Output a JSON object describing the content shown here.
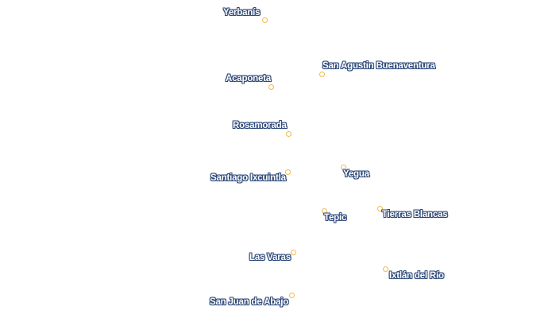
{
  "map": {
    "marker_color": "#f2b84b",
    "label_text_color": "#ffffff",
    "label_halo_color": "#2f4a7a",
    "places": [
      {
        "id": "yerbanis",
        "name": "Yerbanís"
      },
      {
        "id": "san-agustin-buenaventura",
        "name": "San Agustin Buenaventura"
      },
      {
        "id": "acaponeta",
        "name": "Acaponeta"
      },
      {
        "id": "rosamorada",
        "name": "Rosamorada"
      },
      {
        "id": "santiago-ixcuintla",
        "name": "Santiago Ixcuintla"
      },
      {
        "id": "yegua",
        "name": "Yegua"
      },
      {
        "id": "tepic",
        "name": "Tepic"
      },
      {
        "id": "tierras-blancas",
        "name": "Tierras Blancas"
      },
      {
        "id": "las-varas",
        "name": "Las Varas"
      },
      {
        "id": "ixtlan-del-rio",
        "name": "Ixtlán del Río"
      },
      {
        "id": "san-juan-de-abajo",
        "name": "San Juan de Abajo"
      }
    ]
  }
}
